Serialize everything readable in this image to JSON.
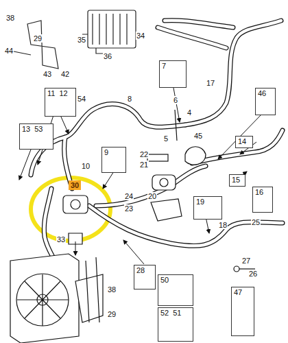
{
  "diagram": {
    "nodes": [
      {
        "text": [
          "7"
        ]
      },
      {
        "text": [
          "46"
        ]
      },
      {
        "text": [
          "11",
          "12"
        ]
      },
      {
        "text": [
          "13",
          "53"
        ]
      },
      {
        "text": [
          "9"
        ]
      },
      {
        "text": [
          "14"
        ]
      },
      {
        "text": [
          "15"
        ]
      },
      {
        "text": [
          "16"
        ]
      },
      {
        "text": [
          "19"
        ]
      },
      {
        "text": [
          "28"
        ]
      },
      {
        "text": [
          "50"
        ]
      },
      {
        "text": [
          "52",
          "51"
        ]
      },
      {
        "text": [
          "47"
        ]
      }
    ],
    "labels": [
      "38",
      "29",
      "44",
      "43",
      "42",
      "35",
      "34",
      "36",
      "17",
      "6",
      "4",
      "5",
      "45",
      "54",
      "8",
      "10",
      "22",
      "21",
      "20",
      "24",
      "23",
      "30",
      "33",
      "18",
      "25",
      "27",
      "26",
      "38",
      "29"
    ]
  }
}
